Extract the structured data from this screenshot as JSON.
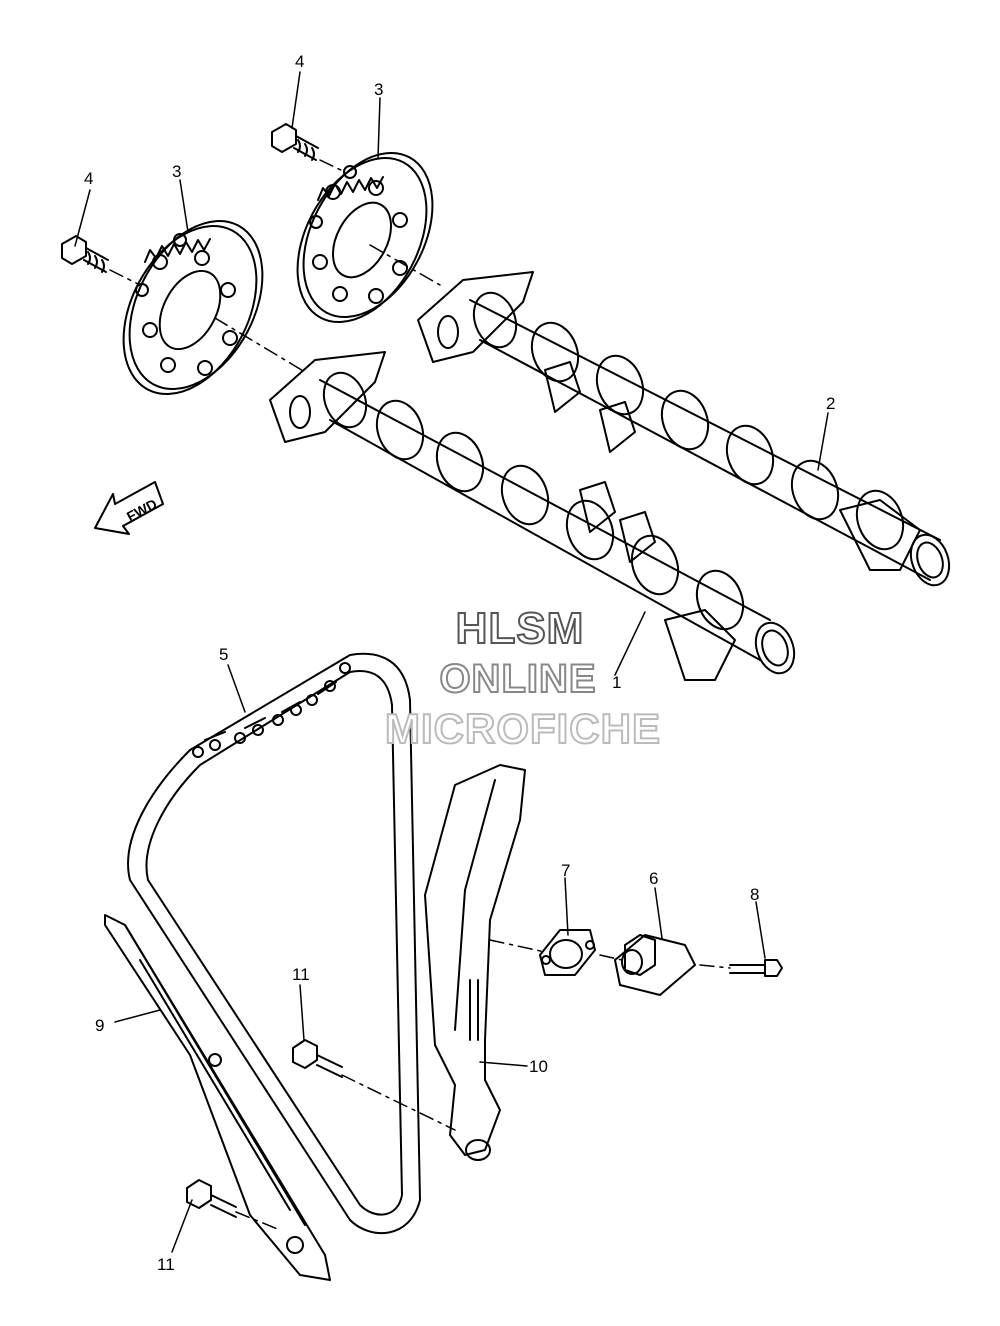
{
  "callouts": {
    "c1": "1",
    "c2": "2",
    "c3a": "3",
    "c3b": "3",
    "c4a": "4",
    "c4b": "4",
    "c5": "5",
    "c6": "6",
    "c7": "7",
    "c8": "8",
    "c9": "9",
    "c10": "10",
    "c11a": "11",
    "c11b": "11"
  },
  "fwd_label": "FWD",
  "watermark": {
    "line1": "HLSM",
    "line2": "ONLINE",
    "line3": "MICROFICHE"
  },
  "colors": {
    "line": "#000000",
    "background": "#ffffff"
  }
}
